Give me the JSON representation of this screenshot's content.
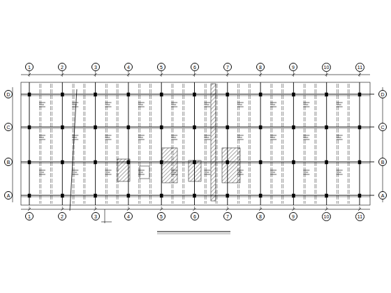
{
  "diagram": {
    "nodes": [
      {
        "text": [
          "1"
        ]
      },
      {
        "text": [
          "2"
        ]
      },
      {
        "text": [
          "3"
        ]
      },
      {
        "text": [
          "4"
        ]
      },
      {
        "text": [
          "5"
        ]
      },
      {
        "text": [
          "6"
        ]
      },
      {
        "text": [
          "7"
        ]
      },
      {
        "text": [
          "8"
        ]
      },
      {
        "text": [
          "9"
        ]
      },
      {
        "text": [
          "10"
        ]
      },
      {
        "text": [
          "11"
        ]
      },
      {
        "text": [
          "D"
        ]
      },
      {
        "text": [
          "C"
        ]
      },
      {
        "text": [
          "B"
        ]
      },
      {
        "text": [
          "A"
        ]
      },
      {
        "text": [
          "D"
        ]
      },
      {
        "text": [
          "C"
        ]
      },
      {
        "text": [
          "B"
        ]
      },
      {
        "text": [
          "A"
        ]
      },
      {
        "text": [
          "1"
        ]
      },
      {
        "text": [
          "2"
        ]
      },
      {
        "text": [
          "3"
        ]
      },
      {
        "text": [
          "4"
        ]
      },
      {
        "text": [
          "5"
        ]
      },
      {
        "text": [
          "6"
        ]
      },
      {
        "text": [
          "7"
        ]
      },
      {
        "text": [
          "8"
        ]
      },
      {
        "text": [
          "9"
        ]
      },
      {
        "text": [
          "10"
        ]
      },
      {
        "text": [
          "11"
        ]
      }
    ]
  }
}
